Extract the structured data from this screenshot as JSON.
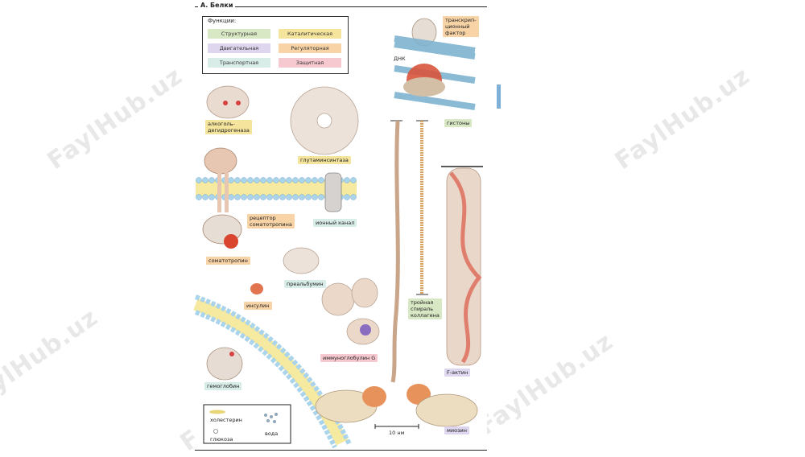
{
  "panel": {
    "title": "А. Белки"
  },
  "legend": {
    "title": "Функции:",
    "items": [
      {
        "label": "Структурная",
        "color": "#d8e8c4"
      },
      {
        "label": "Каталитическая",
        "color": "#f5e49c"
      },
      {
        "label": "Двигательная",
        "color": "#ddd6ee"
      },
      {
        "label": "Регуляторная",
        "color": "#f7d3a6"
      },
      {
        "label": "Транспортная",
        "color": "#d8ece8"
      },
      {
        "label": "Защитная",
        "color": "#f6c8cf"
      }
    ]
  },
  "labels": {
    "alcohol_dh": "алкоголь-\nдегидрогеназа",
    "glutamine": "глутаминсинтаза",
    "receptor": "рецептор\nсоматотропина",
    "ion_channel": "ионный канал",
    "somatotropin": "соматотропин",
    "prealbumin": "преальбумин",
    "insulin": "инсулин",
    "igg": "иммуноглобулин G",
    "hemoglobin": "гемоглобин",
    "cholesterol": "холестерин",
    "glucose": "глюкоза",
    "water": "вода",
    "tf": "транскрип-\nционный\nфактор",
    "dna": "ДНК",
    "histones": "гистоны",
    "collagen": "тройная\nспираль\nколлагена",
    "factin": "F-актин",
    "myosin": "миозин",
    "scale": "10 нм"
  },
  "watermark": "FaylHub.uz"
}
